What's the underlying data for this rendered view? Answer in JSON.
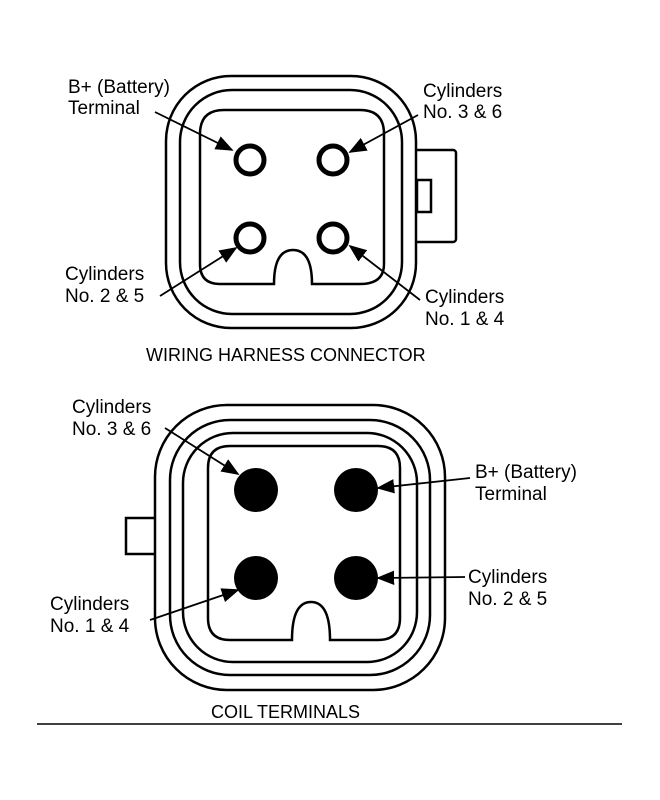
{
  "harness": {
    "title": "WIRING HARNESS CONNECTOR",
    "battery": [
      "B+ (Battery)",
      "Terminal"
    ],
    "cyl36": [
      "Cylinders",
      "No. 3 & 6"
    ],
    "cyl25": [
      "Cylinders",
      "No. 2 & 5"
    ],
    "cyl14": [
      "Cylinders",
      "No. 1 & 4"
    ]
  },
  "coil": {
    "title": "COIL TERMINALS",
    "cyl36": [
      "Cylinders",
      "No. 3 & 6"
    ],
    "battery": [
      "B+ (Battery)",
      "Terminal"
    ],
    "cyl14": [
      "Cylinders",
      "No. 1 & 4"
    ],
    "cyl25": [
      "Cylinders",
      "No. 2 & 5"
    ]
  },
  "colors": {
    "ink": "#000000",
    "paper": "#ffffff"
  }
}
